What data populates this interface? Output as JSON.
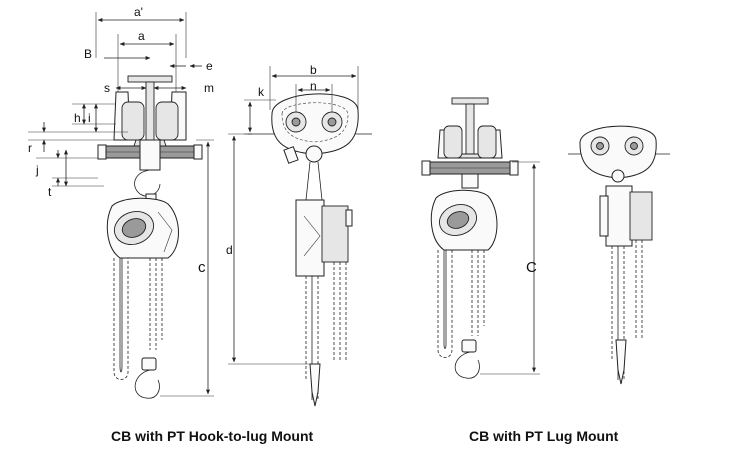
{
  "captions": {
    "left": "CB with PT Hook-to-lug Mount",
    "right": "CB with PT Lug Mount"
  },
  "dimensions": {
    "a_prime": "a'",
    "a": "a",
    "B": "B",
    "e": "e",
    "s": "s",
    "m": "m",
    "h": "h",
    "i": "i",
    "r": "r",
    "j": "j",
    "t": "t",
    "c": "c",
    "d": "d",
    "b": "b",
    "n": "n",
    "k": "k",
    "C": "C"
  }
}
